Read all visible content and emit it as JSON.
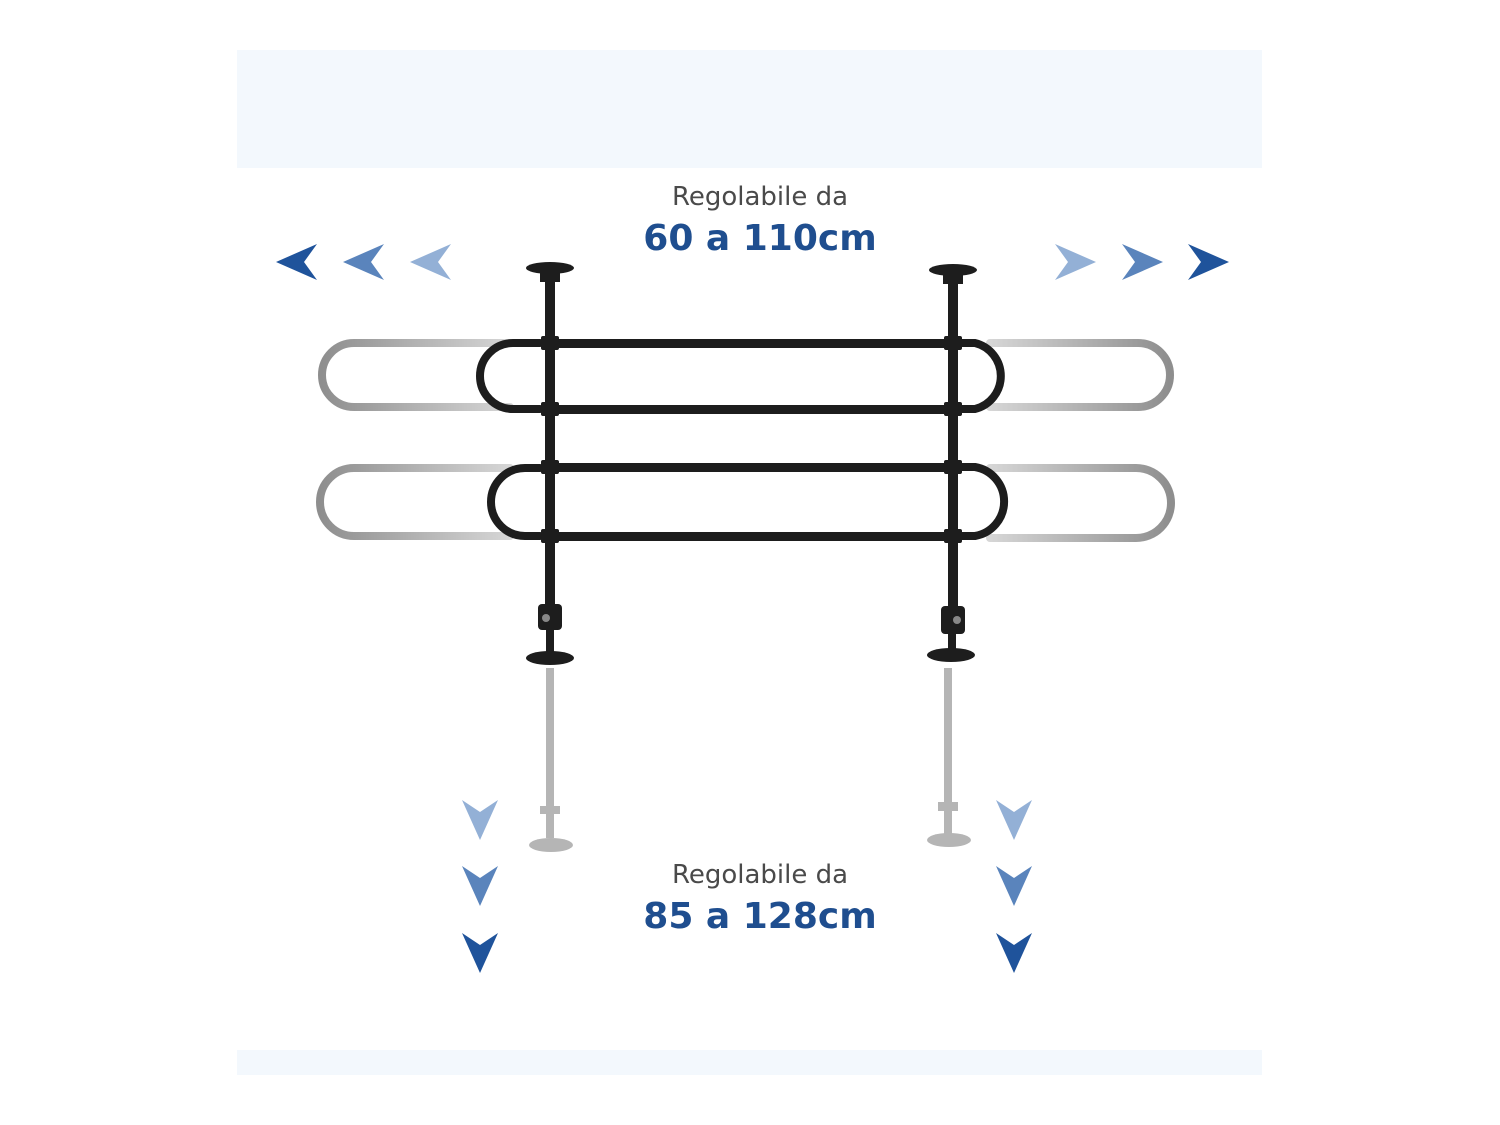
{
  "width_caption": {
    "label": "Regolabile da",
    "value": "60 a 110cm"
  },
  "height_caption": {
    "label": "Regolabile da",
    "value": "85 a 128cm"
  },
  "colors": {
    "band": "#f3f8fd",
    "label_text": "#4a4a4a",
    "value_text": "#1f4e8f",
    "arrow_dark": "#1f539b",
    "arrow_mid": "#5a84bc",
    "arrow_light": "#93b0d6",
    "bar": "#1d1d1d",
    "bar_ghost": "#9e9e9e"
  },
  "icons": [
    "chevron-left-icon",
    "chevron-right-icon",
    "chevron-down-icon"
  ]
}
